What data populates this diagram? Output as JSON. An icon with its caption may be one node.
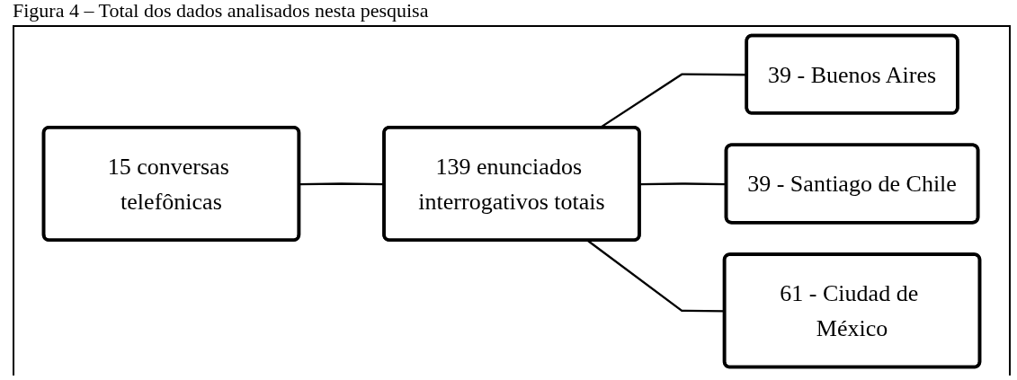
{
  "diagram": {
    "title": "Figura 4 – Total dos dados analisados nesta pesquisa",
    "nodes": [
      {
        "text": [
          "15 conversas telefônicas"
        ]
      },
      {
        "text": [
          "139 enunciados interrogativos totais"
        ]
      },
      {
        "text": [
          "39 - Buenos Aires"
        ]
      },
      {
        "text": [
          "39 - Santiago de Chile"
        ]
      },
      {
        "text": [
          "61 - Ciudad de México"
        ]
      }
    ],
    "edges": [
      {
        "from": 0,
        "to": 1,
        "arrow": "none"
      },
      {
        "from": 1,
        "to": 2,
        "arrow": "none"
      },
      {
        "from": 1,
        "to": 3,
        "arrow": "none"
      },
      {
        "from": 1,
        "to": 4,
        "arrow": "none"
      }
    ]
  }
}
